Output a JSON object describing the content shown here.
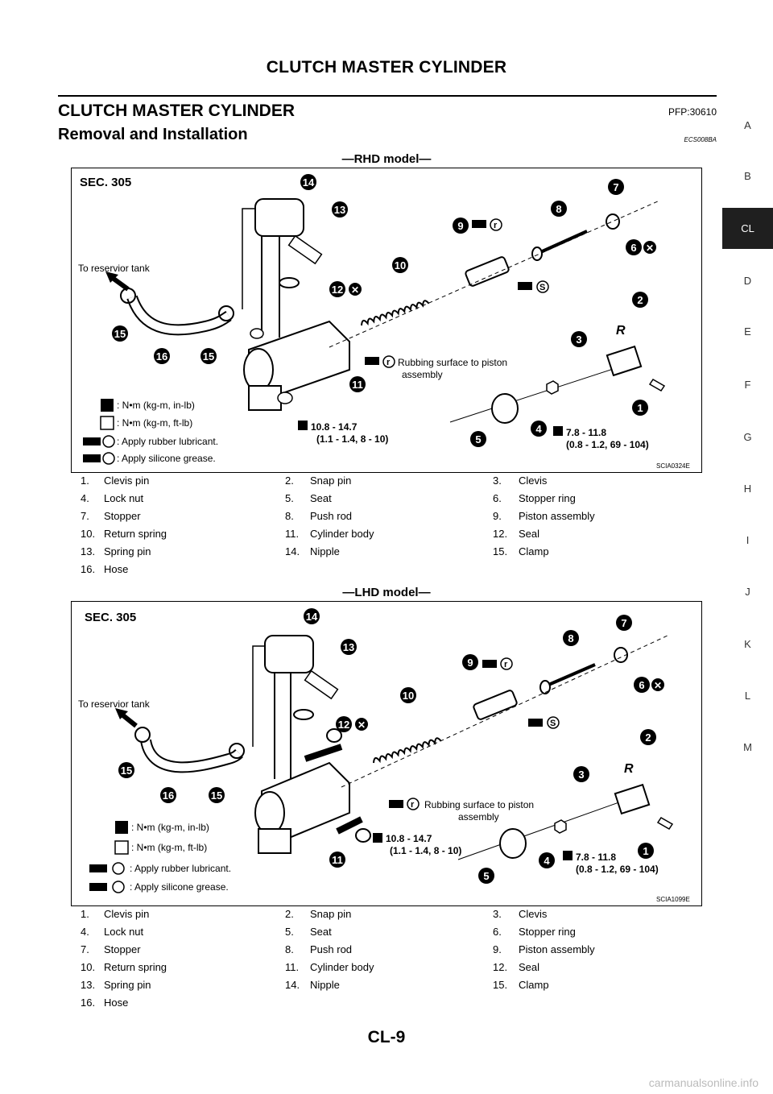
{
  "header": {
    "title": "CLUTCH MASTER CYLINDER"
  },
  "section": {
    "title": "CLUTCH MASTER CYLINDER",
    "pfp": "PFP:30610",
    "subtitle": "Removal and Installation",
    "ecs": "ECS008BA"
  },
  "figures": [
    {
      "model_title": "—RHD model—",
      "sec": "SEC. 305",
      "code": "SCIA0324E",
      "reservoir": "To reservior tank",
      "rub_line1": "Rubbing surface to piston",
      "rub_line2": "assembly",
      "torque_a_1": "10.8 - 14.7",
      "torque_a_2": "(1.1 - 1.4, 8 - 10)",
      "torque_b_1": "7.8 - 11.8",
      "torque_b_2": "(0.8 - 1.2, 69 - 104)",
      "legend": [
        ": N•m (kg-m, in-lb)",
        ": N•m (kg-m, ft-lb)",
        ": Apply rubber lubricant.",
        ": Apply silicone grease."
      ],
      "parts": [
        [
          "1.",
          "Clevis pin",
          "2.",
          "Snap pin",
          "3.",
          "Clevis"
        ],
        [
          "4.",
          "Lock nut",
          "5.",
          "Seat",
          "6.",
          "Stopper ring"
        ],
        [
          "7.",
          "Stopper",
          "8.",
          "Push rod",
          "9.",
          "Piston assembly"
        ],
        [
          "10.",
          "Return spring",
          "11.",
          "Cylinder body",
          "12.",
          "Seal"
        ],
        [
          "13.",
          "Spring pin",
          "14.",
          "Nipple",
          "15.",
          "Clamp"
        ],
        [
          "16.",
          "Hose",
          "",
          "",
          "",
          ""
        ]
      ]
    },
    {
      "model_title": "—LHD model—",
      "sec": "SEC. 305",
      "code": "SCIA1099E",
      "reservoir": "To reservior tank",
      "rub_line1": "Rubbing surface to piston",
      "rub_line2": "assembly",
      "torque_a_1": "10.8 - 14.7",
      "torque_a_2": "(1.1 - 1.4, 8 - 10)",
      "torque_b_1": "7.8 - 11.8",
      "torque_b_2": "(0.8 - 1.2, 69 - 104)",
      "legend": [
        ": N•m (kg-m, in-lb)",
        ": N•m (kg-m, ft-lb)",
        ": Apply rubber lubricant.",
        ": Apply silicone grease."
      ],
      "parts": [
        [
          "1.",
          "Clevis pin",
          "2.",
          "Snap pin",
          "3.",
          "Clevis"
        ],
        [
          "4.",
          "Lock nut",
          "5.",
          "Seat",
          "6.",
          "Stopper ring"
        ],
        [
          "7.",
          "Stopper",
          "8.",
          "Push rod",
          "9.",
          "Piston assembly"
        ],
        [
          "10.",
          "Return spring",
          "11.",
          "Cylinder body",
          "12.",
          "Seal"
        ],
        [
          "13.",
          "Spring pin",
          "14.",
          "Nipple",
          "15.",
          "Clamp"
        ],
        [
          "16.",
          "Hose",
          "",
          "",
          "",
          ""
        ]
      ]
    }
  ],
  "tabs": [
    "A",
    "B",
    "CL",
    "D",
    "E",
    "F",
    "G",
    "H",
    "I",
    "J",
    "K",
    "L",
    "M"
  ],
  "active_tab": "CL",
  "footer": {
    "page": "CL-9"
  },
  "watermark": "carmanualsonline.info"
}
